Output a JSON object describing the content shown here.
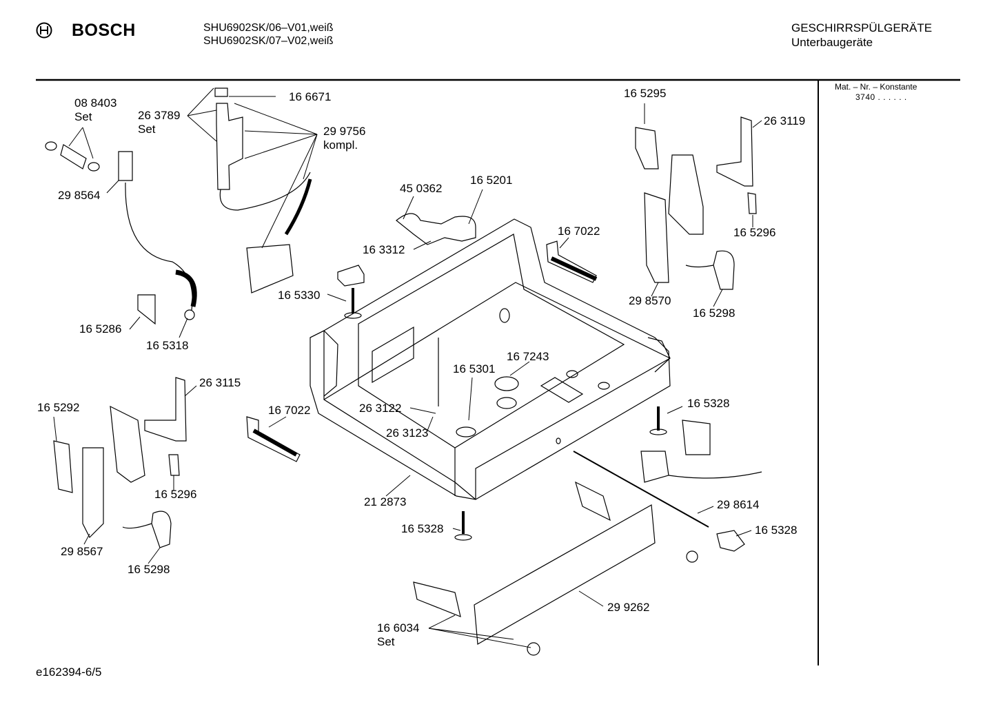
{
  "header": {
    "brand": "BOSCH",
    "models": [
      "SHU6902SK/06–V01,weiß",
      "SHU6902SK/07–V02,weiß"
    ],
    "category": "GESCHIRRSPÜLGERÄTE",
    "subcategory": "Unterbaugeräte"
  },
  "sidebar": {
    "label": "Mat. – Nr. – Konstante",
    "value": "3740  .  .  .  .  .  ."
  },
  "footer": {
    "doc_id": "e162394-6/5"
  },
  "parts": [
    {
      "id": "p088403",
      "lines": [
        "08 8403",
        "Set"
      ]
    },
    {
      "id": "p263789",
      "lines": [
        "26 3789",
        "Set"
      ]
    },
    {
      "id": "p166671",
      "lines": [
        "16 6671"
      ]
    },
    {
      "id": "p299756",
      "lines": [
        "29 9756",
        "kompl."
      ]
    },
    {
      "id": "p298564",
      "lines": [
        "29 8564"
      ]
    },
    {
      "id": "p450362",
      "lines": [
        "45 0362"
      ]
    },
    {
      "id": "p165201",
      "lines": [
        "16 5201"
      ]
    },
    {
      "id": "p163312",
      "lines": [
        "16 3312"
      ]
    },
    {
      "id": "p167022a",
      "lines": [
        "16 7022"
      ]
    },
    {
      "id": "p165330",
      "lines": [
        "16 5330"
      ]
    },
    {
      "id": "p165286",
      "lines": [
        "16 5286"
      ]
    },
    {
      "id": "p165318",
      "lines": [
        "16 5318"
      ]
    },
    {
      "id": "p165295",
      "lines": [
        "16 5295"
      ]
    },
    {
      "id": "p263119",
      "lines": [
        "26 3119"
      ]
    },
    {
      "id": "p165296a",
      "lines": [
        "16 5296"
      ]
    },
    {
      "id": "p298570",
      "lines": [
        "29 8570"
      ]
    },
    {
      "id": "p165298a",
      "lines": [
        "16 5298"
      ]
    },
    {
      "id": "p263115",
      "lines": [
        "26 3115"
      ]
    },
    {
      "id": "p165292",
      "lines": [
        "16 5292"
      ]
    },
    {
      "id": "p167243",
      "lines": [
        "16 7243"
      ]
    },
    {
      "id": "p165301",
      "lines": [
        "16 5301"
      ]
    },
    {
      "id": "p263122",
      "lines": [
        "26 3122"
      ]
    },
    {
      "id": "p263123",
      "lines": [
        "26 3123"
      ]
    },
    {
      "id": "p167022b",
      "lines": [
        "16 7022"
      ]
    },
    {
      "id": "p165328a",
      "lines": [
        "16 5328"
      ]
    },
    {
      "id": "p165296b",
      "lines": [
        "16 5296"
      ]
    },
    {
      "id": "p298567",
      "lines": [
        "29 8567"
      ]
    },
    {
      "id": "p165298b",
      "lines": [
        "16 5298"
      ]
    },
    {
      "id": "p212873",
      "lines": [
        "21 2873"
      ]
    },
    {
      "id": "p165328b",
      "lines": [
        "16 5328"
      ]
    },
    {
      "id": "p298614",
      "lines": [
        "29 8614"
      ]
    },
    {
      "id": "p165328c",
      "lines": [
        "16 5328"
      ]
    },
    {
      "id": "p299262",
      "lines": [
        "29 9262"
      ]
    },
    {
      "id": "p166034",
      "lines": [
        "16 6034",
        "Set"
      ]
    }
  ]
}
